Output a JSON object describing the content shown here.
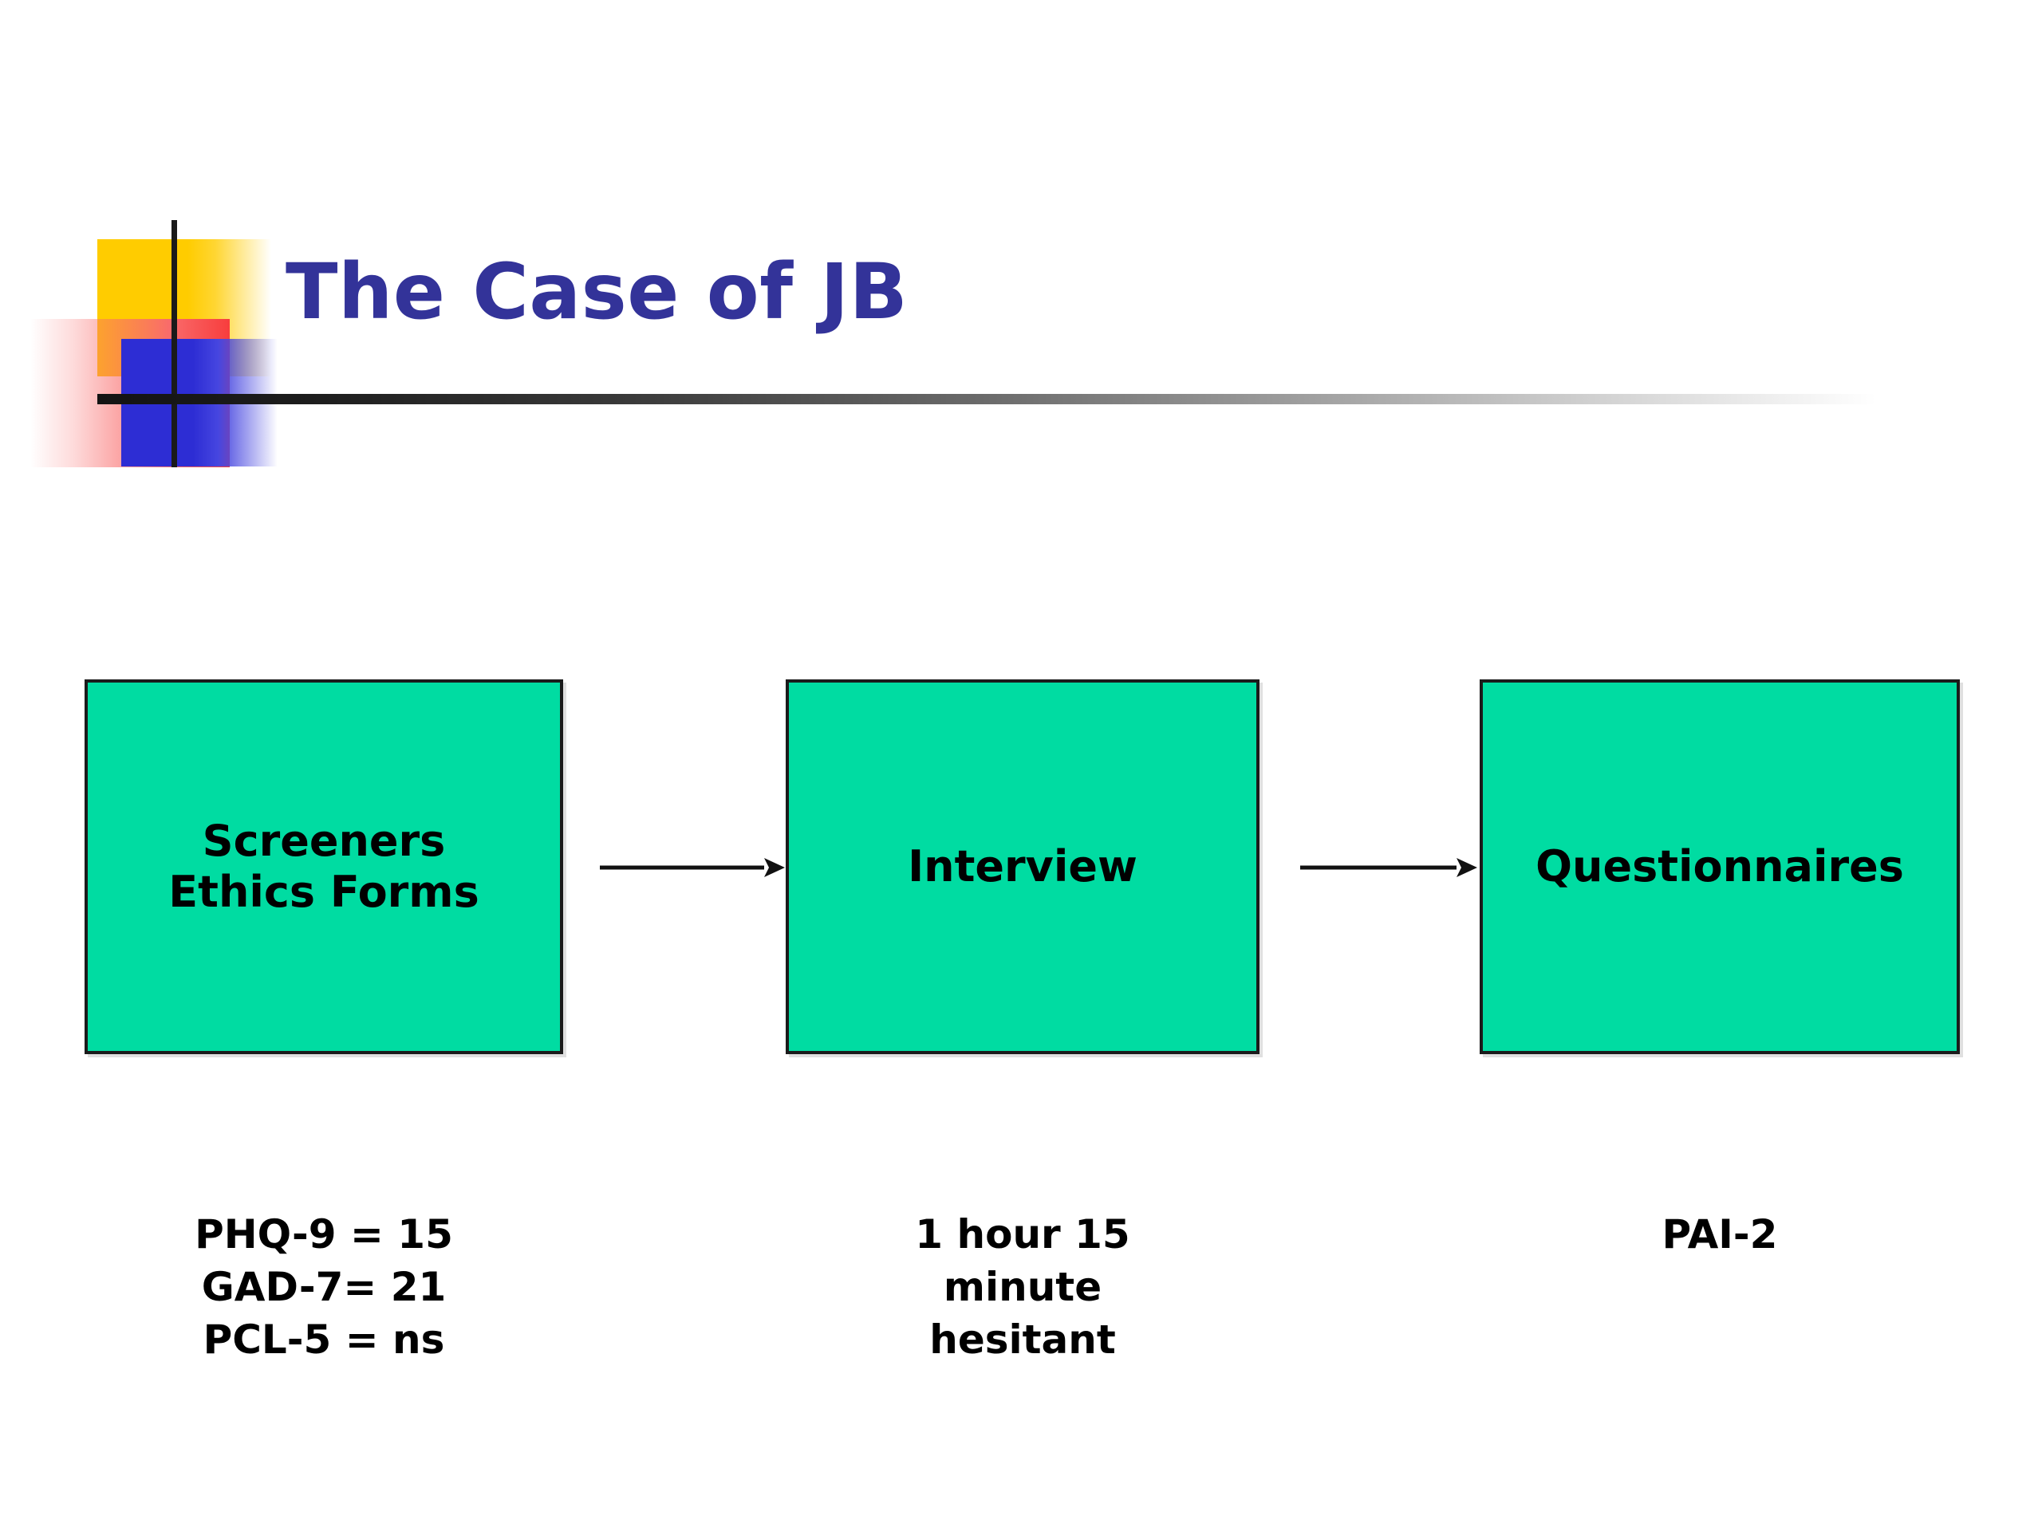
{
  "slide": {
    "title": "The Case of JB",
    "background_color": "#FFFFFF",
    "title_color": "#333399"
  },
  "decoration": {
    "yellow_block_color": "#FFCC00",
    "red_block_color": "#F83D3D",
    "blue_block_color": "#2D2DD4",
    "rule_color": "#131313"
  },
  "diagram": {
    "type": "flow",
    "box_fill_color": "#00DCA2",
    "box_border_color": "#1B1B1B",
    "arrow_color": "#000000",
    "steps": [
      {
        "id": "screeners",
        "box_label": "Screeners\nEthics Forms",
        "caption": "PHQ-9 = 15\nGAD-7= 21\nPCL-5 = ns"
      },
      {
        "id": "interview",
        "box_label": "Interview",
        "caption": "1 hour 15\nminute\nhesitant"
      },
      {
        "id": "questionnaires",
        "box_label": "Questionnaires",
        "caption": "PAI-2"
      }
    ],
    "arrows": [
      {
        "id": "arrow-screeners-to-interview",
        "from": "screeners",
        "to": "interview",
        "glyph": "arrow-right-icon"
      },
      {
        "id": "arrow-interview-to-questionnaires",
        "from": "interview",
        "to": "questionnaires",
        "glyph": "arrow-right-icon"
      }
    ]
  }
}
